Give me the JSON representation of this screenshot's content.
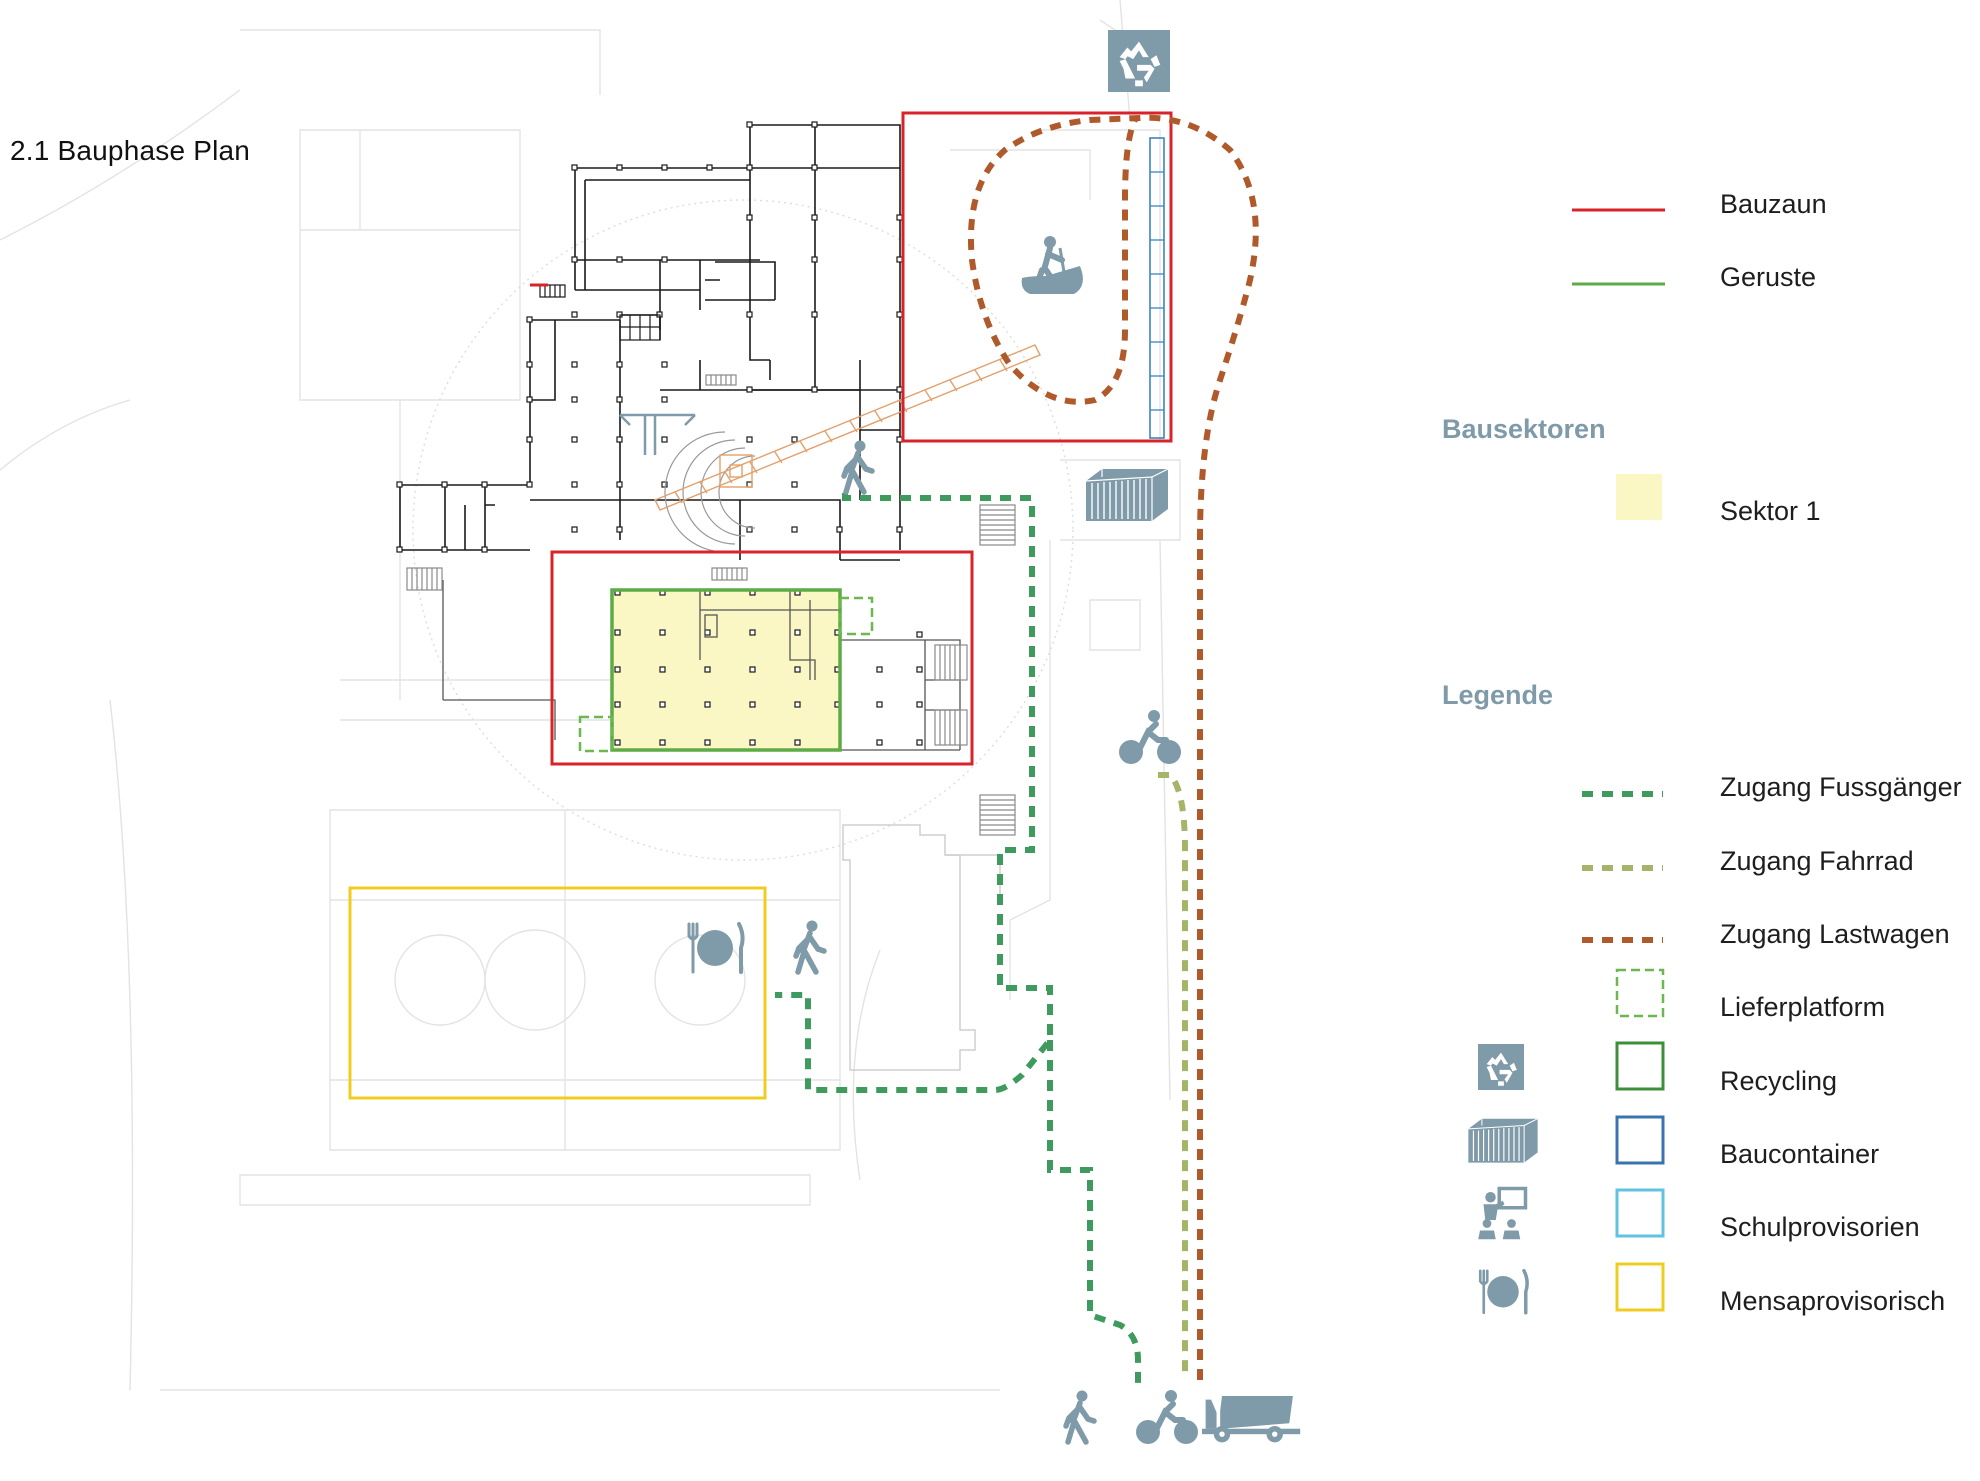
{
  "title": "2.1 Bauphase Plan",
  "colors": {
    "bauzaun": "#d8232a",
    "geruste": "#5cab45",
    "sektor": "#fbf7c5",
    "fussgaenger": "#3f9a5e",
    "fahrrad": "#a4b56a",
    "lastwagen": "#b0592b",
    "lieferplatform": "#6ab84f",
    "recycling": "#3d8f3a",
    "baucontainer": "#3a73b0",
    "schulprovisorien": "#62c3e0",
    "mensa": "#f0cc21",
    "icon": "#7f9aa8",
    "plan_lines": "#1a1a1a",
    "ghost_lines": "#e2e2e2",
    "crane": "#e3a06a"
  },
  "legend": {
    "lines": [
      {
        "key": "bauzaun",
        "label": "Bauzaun"
      },
      {
        "key": "geruste",
        "label": "Geruste"
      }
    ],
    "bausektoren_heading": "Bausektoren",
    "sektor_label": "Sektor 1",
    "legende_heading": "Legende",
    "items": [
      {
        "key": "fussgaenger",
        "label": "Zugang Fussgänger",
        "icon": "dashed-line"
      },
      {
        "key": "fahrrad",
        "label": "Zugang Fahrrad",
        "icon": "dashed-line"
      },
      {
        "key": "lastwagen",
        "label": "Zugang Lastwagen",
        "icon": "dashed-line"
      },
      {
        "key": "lieferplatform",
        "label": "Lieferplatform",
        "icon": "dashed-square"
      },
      {
        "key": "recycling",
        "label": "Recycling",
        "icon": "recycling-icon"
      },
      {
        "key": "baucontainer",
        "label": "Baucontainer",
        "icon": "container-icon"
      },
      {
        "key": "schulprovisorien",
        "label": "Schulprovisorien",
        "icon": "classroom-icon"
      },
      {
        "key": "mensa",
        "label": "Mensaprovisorisch",
        "icon": "dining-icon"
      }
    ]
  }
}
